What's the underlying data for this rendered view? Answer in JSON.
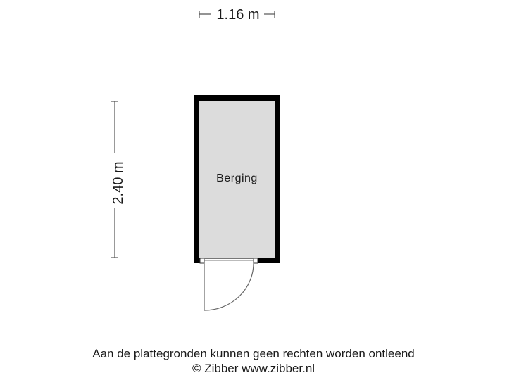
{
  "floorplan": {
    "rooms": [
      {
        "name": "Berging",
        "fill": "#dcdcdc"
      }
    ],
    "dimensions": {
      "width_label": "1.16 m",
      "height_label": "2.40 m"
    },
    "colors": {
      "wall": "#000000",
      "room_fill": "#dcdcdc",
      "dimension_line": "#555555",
      "door_line": "#666666"
    }
  },
  "footer": {
    "disclaimer": "Aan de plattegronden kunnen geen rechten worden ontleend",
    "copyright": "© Zibber www.zibber.nl"
  }
}
